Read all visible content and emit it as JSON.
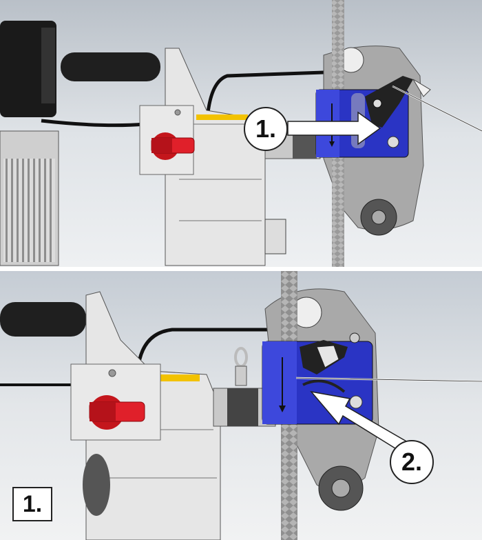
{
  "figure": {
    "callouts": [
      {
        "id": "c1",
        "label": "1."
      },
      {
        "id": "c2",
        "label": "2."
      }
    ],
    "figure_label": "1."
  },
  "colors": {
    "bracket_blue": "#2a34c4",
    "lever_red": "#e0202a",
    "background": "#d6dbe0",
    "housing": "#e4e4e4",
    "plate": "#a9a9a9"
  },
  "icons": [
    "rope",
    "rotary-switch",
    "blue-clamp-bracket",
    "arrow-pointer",
    "roller",
    "handle-bar"
  ]
}
